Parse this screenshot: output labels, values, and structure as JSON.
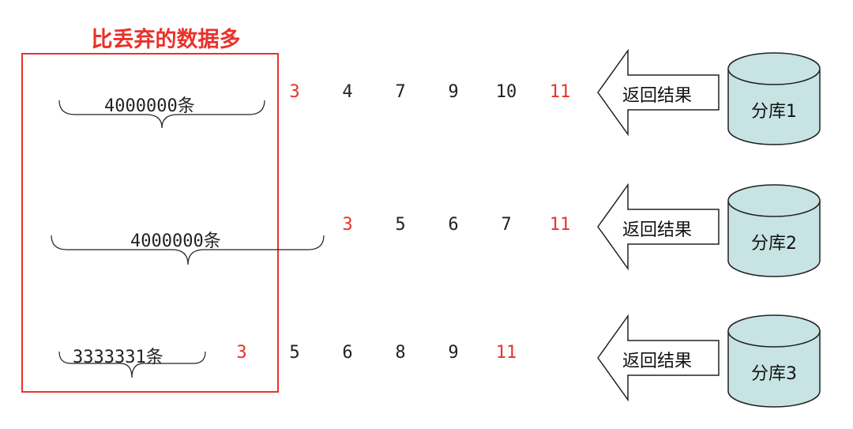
{
  "title": "比丢弃的数据多",
  "colors": {
    "highlight": "#e8322b",
    "cylinder_fill": "#c7e3e3",
    "text": "#222222"
  },
  "rows": [
    {
      "count_label": "4000000条",
      "numbers": [
        {
          "value": "3",
          "highlight": true
        },
        {
          "value": "4",
          "highlight": false
        },
        {
          "value": "7",
          "highlight": false
        },
        {
          "value": "9",
          "highlight": false
        },
        {
          "value": "10",
          "highlight": false
        },
        {
          "value": "11",
          "highlight": true
        }
      ],
      "arrow_label": "返回结果",
      "db_label": "分库1"
    },
    {
      "count_label": "4000000条",
      "numbers": [
        {
          "value": "3",
          "highlight": true
        },
        {
          "value": "5",
          "highlight": false
        },
        {
          "value": "6",
          "highlight": false
        },
        {
          "value": "7",
          "highlight": false
        },
        {
          "value": "11",
          "highlight": true
        }
      ],
      "arrow_label": "返回结果",
      "db_label": "分库2"
    },
    {
      "count_label": "3333331条",
      "numbers": [
        {
          "value": "3",
          "highlight": true
        },
        {
          "value": "5",
          "highlight": false
        },
        {
          "value": "6",
          "highlight": false
        },
        {
          "value": "8",
          "highlight": false
        },
        {
          "value": "9",
          "highlight": false
        },
        {
          "value": "11",
          "highlight": true
        }
      ],
      "arrow_label": "返回结果",
      "db_label": "分库3"
    }
  ]
}
